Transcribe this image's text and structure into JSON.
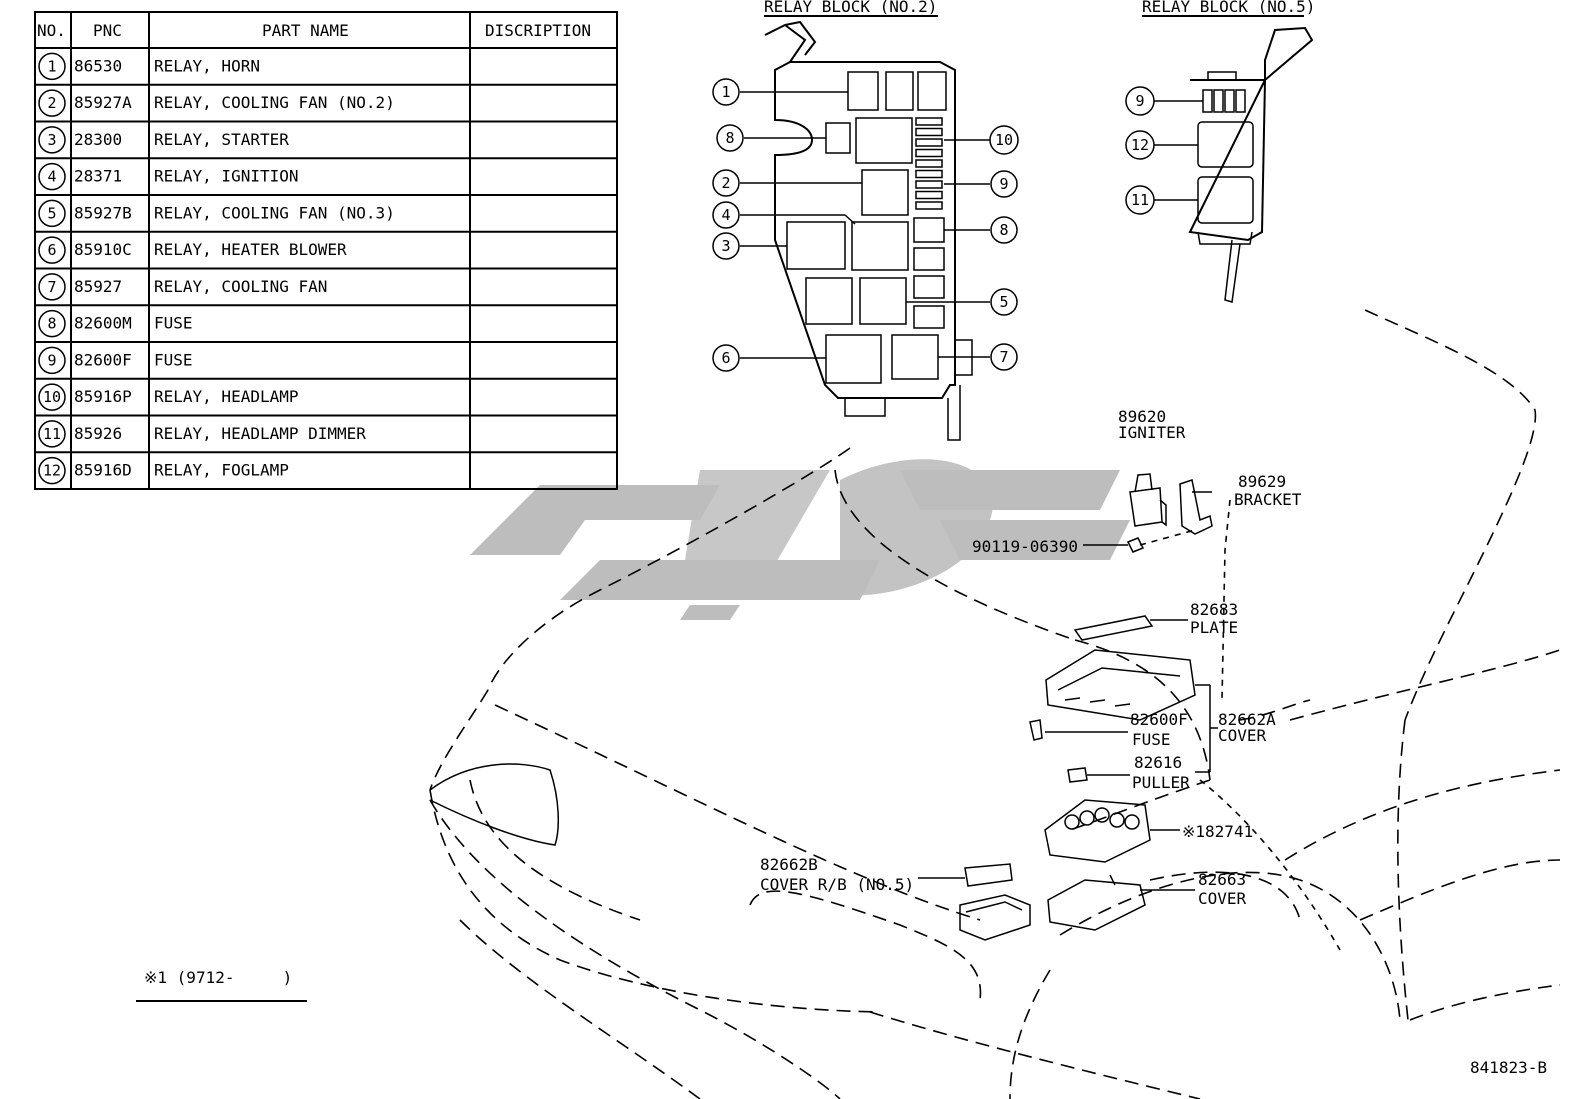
{
  "table": {
    "headers": [
      "NO.",
      "PNC",
      "PART NAME",
      "DISCRIPTION"
    ],
    "rows": [
      {
        "no": "1",
        "pnc": "86530",
        "name": "RELAY, HORN",
        "desc": ""
      },
      {
        "no": "2",
        "pnc": "85927A",
        "name": "RELAY, COOLING FAN (NO.2)",
        "desc": ""
      },
      {
        "no": "3",
        "pnc": "28300",
        "name": "RELAY, STARTER",
        "desc": ""
      },
      {
        "no": "4",
        "pnc": "28371",
        "name": "RELAY, IGNITION",
        "desc": ""
      },
      {
        "no": "5",
        "pnc": "85927B",
        "name": "RELAY, COOLING FAN (NO.3)",
        "desc": ""
      },
      {
        "no": "6",
        "pnc": "85910C",
        "name": "RELAY, HEATER BLOWER",
        "desc": ""
      },
      {
        "no": "7",
        "pnc": "85927",
        "name": "RELAY, COOLING FAN",
        "desc": ""
      },
      {
        "no": "8",
        "pnc": "82600M",
        "name": "FUSE",
        "desc": ""
      },
      {
        "no": "9",
        "pnc": "82600F",
        "name": "FUSE",
        "desc": ""
      },
      {
        "no": "10",
        "pnc": "85916P",
        "name": "RELAY, HEADLAMP",
        "desc": ""
      },
      {
        "no": "11",
        "pnc": "85926",
        "name": "RELAY, HEADLAMP DIMMER",
        "desc": ""
      },
      {
        "no": "12",
        "pnc": "85916D",
        "name": "RELAY, FOGLAMP",
        "desc": ""
      }
    ]
  },
  "relay_block_2": {
    "title": "RELAY BLOCK (NO.2)",
    "callouts": [
      "1",
      "8",
      "2",
      "4",
      "3",
      "6",
      "10",
      "9",
      "8",
      "5",
      "7"
    ]
  },
  "relay_block_5": {
    "title": "RELAY BLOCK (NO.5)",
    "callouts": [
      "9",
      "12",
      "11"
    ]
  },
  "parts": {
    "igniter": {
      "pnc": "89620",
      "name": "IGNITER"
    },
    "bracket": {
      "pnc": "89629",
      "name": "BRACKET"
    },
    "bolt": {
      "pnc": "90119-06390"
    },
    "plate": {
      "pnc": "82683",
      "name": "PLATE"
    },
    "fuse": {
      "pnc": "82600F",
      "name": "FUSE"
    },
    "cover_a": {
      "pnc": "82662A",
      "name": "COVER"
    },
    "puller": {
      "pnc": "82616",
      "name": "PULLER"
    },
    "block": {
      "pnc": "※182741"
    },
    "cover_rb": {
      "pnc": "82662B",
      "name": "COVER R/B (NO.5)"
    },
    "cover": {
      "pnc": "82663",
      "name": "COVER"
    }
  },
  "footnote": "※1 (9712-     )",
  "figure_id": "841823-B",
  "watermark_color": "#bdbdbd"
}
